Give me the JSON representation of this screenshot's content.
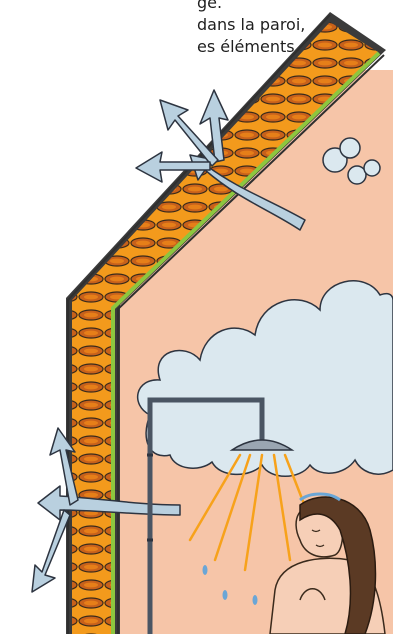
{
  "text": {
    "line1": "ge.",
    "line2": "dans  la  paroi,",
    "line3": "es éléments qui"
  },
  "colors": {
    "wall": "#f6c5a8",
    "insulation": "#f39a1c",
    "insulation_dark": "#c8611a",
    "membrane": "#8dc63f",
    "steam": "#dbe8ef",
    "steam_outline": "#2d3440",
    "arrow": "#b9d0df",
    "water": "#f7a21b",
    "skin": "#f6cfb7",
    "hair": "#5b3a24",
    "pipe": "#4a5563"
  },
  "icons": [
    "moisture-arrow-icon",
    "steam-cloud-icon",
    "shower-head-icon"
  ]
}
